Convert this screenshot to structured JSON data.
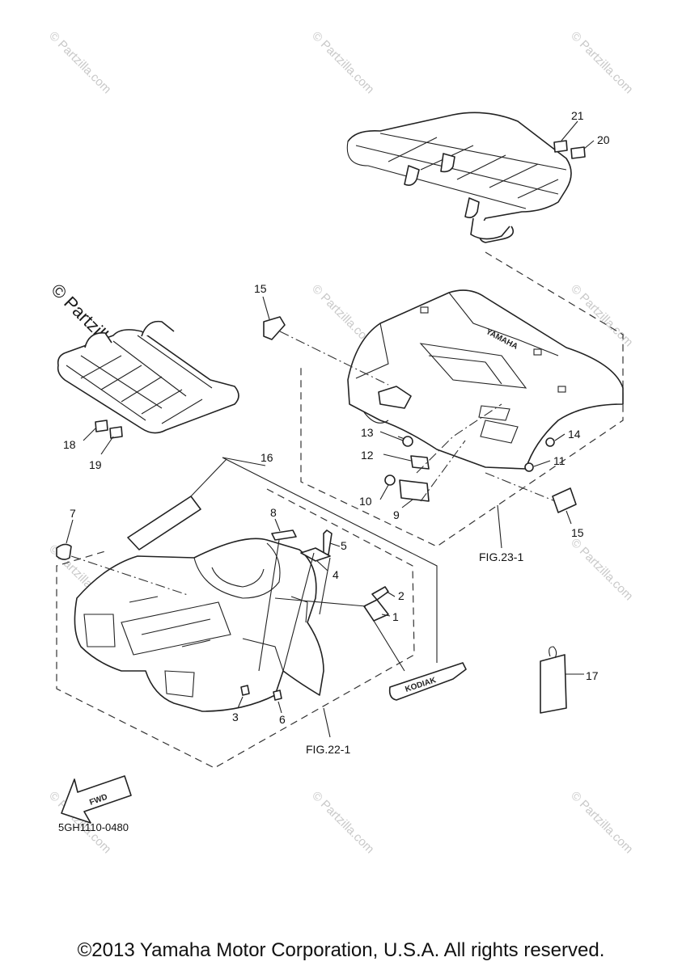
{
  "callouts": {
    "c1": "1",
    "c2": "2",
    "c3": "3",
    "c4": "4",
    "c5": "5",
    "c6": "6",
    "c7": "7",
    "c8": "8",
    "c9": "9",
    "c10": "10",
    "c11": "11",
    "c12": "12",
    "c13": "13",
    "c14": "14",
    "c15a": "15",
    "c15b": "15",
    "c16": "16",
    "c17": "17",
    "c18": "18",
    "c19": "19",
    "c20": "20",
    "c21": "21"
  },
  "figure_refs": {
    "rear": "FIG.23-1",
    "front": "FIG.22-1"
  },
  "fwd_label": "FWD",
  "part_code": "5GH1110-0480",
  "decals": {
    "kodiak": "KODIAK",
    "yamaha": "YAMAHA"
  },
  "watermark": {
    "small": "© Partzilla.com",
    "large": "© Partzilla.com"
  },
  "copyright": "©2013 Yamaha Motor Corporation, U.S.A. All rights reserved."
}
